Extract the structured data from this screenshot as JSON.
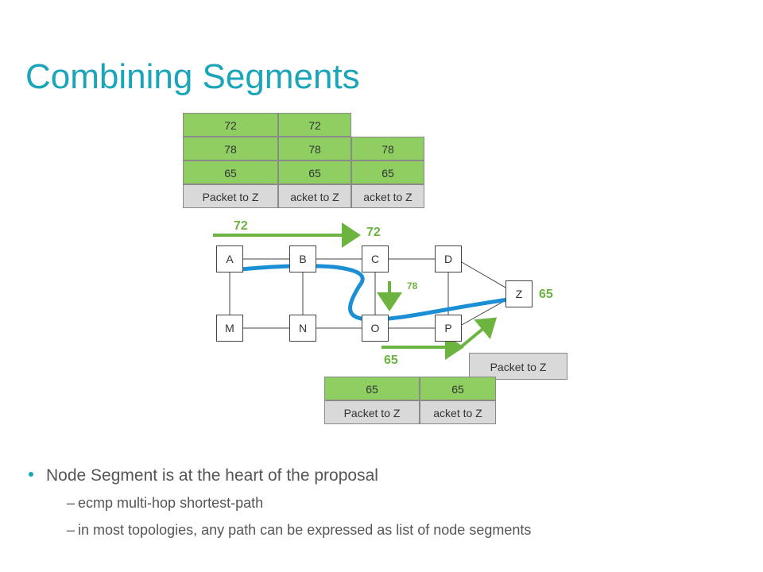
{
  "title": "Combining Segments",
  "top_stack": {
    "col1": [
      "72",
      "78",
      "65",
      "Packet to Z"
    ],
    "col2": [
      "72",
      "78",
      "65",
      "acket to Z"
    ],
    "col3": [
      "78",
      "65",
      "acket to Z"
    ]
  },
  "bottom_stack": {
    "col1": [
      "65",
      "Packet to Z"
    ],
    "col2": [
      "65",
      "acket to Z"
    ]
  },
  "single_packet": "Packet to Z",
  "nodes": {
    "A": "A",
    "B": "B",
    "C": "C",
    "D": "D",
    "M": "M",
    "N": "N",
    "O": "O",
    "P": "P",
    "Z": "Z"
  },
  "path_labels": {
    "ab_top": "72",
    "c_top": "72",
    "co_down": "78",
    "z_right": "65",
    "bottom_left": "65"
  },
  "colors": {
    "accent": "#1aa6b8",
    "segment_green": "#8fcf62",
    "arrow_green": "#6cb33f",
    "path_blue": "#1a8fd6",
    "packet_gray": "#d9d9d9"
  },
  "bullets": {
    "main": "Node Segment is at the heart of the proposal",
    "sub1": "ecmp multi-hop shortest-path",
    "sub2": "in most topologies, any path can be expressed as list of node segments",
    "dash": "–"
  }
}
